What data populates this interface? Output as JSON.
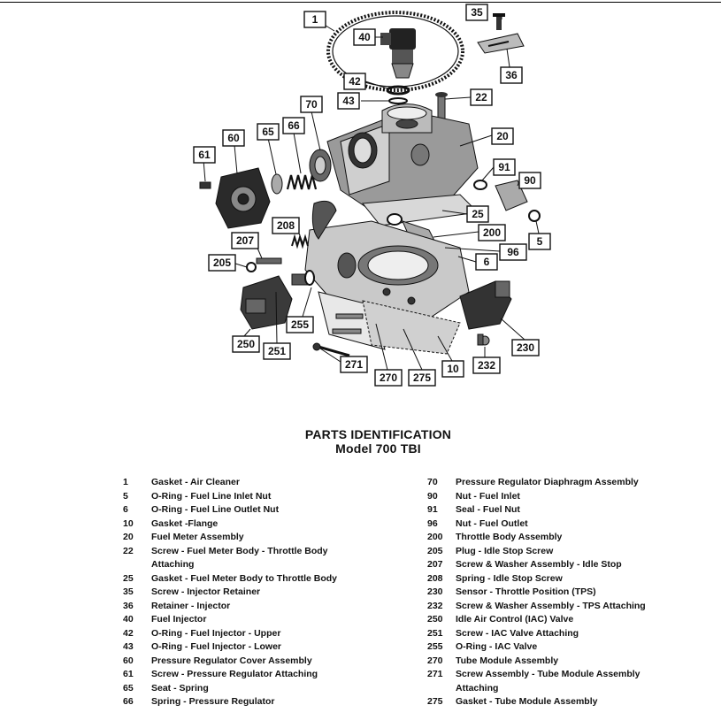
{
  "callouts": [
    "1",
    "35",
    "40",
    "36",
    "42",
    "43",
    "22",
    "70",
    "66",
    "65",
    "60",
    "20",
    "61",
    "91",
    "90",
    "25",
    "208",
    "207",
    "200",
    "5",
    "96",
    "205",
    "6",
    "255",
    "250",
    "251",
    "230",
    "232",
    "271",
    "270",
    "275",
    "10"
  ],
  "title": {
    "line1": "PARTS IDENTIFICATION",
    "line2": "Model 700 TBI"
  },
  "parts_left": [
    {
      "num": "1",
      "desc": "Gasket - Air Cleaner"
    },
    {
      "num": "5",
      "desc": "O-Ring - Fuel Line Inlet Nut"
    },
    {
      "num": "6",
      "desc": "O-Ring - Fuel Line Outlet Nut"
    },
    {
      "num": "10",
      "desc": "Gasket -Flange"
    },
    {
      "num": "20",
      "desc": "Fuel Meter Assembly"
    },
    {
      "num": "22",
      "desc": "Screw - Fuel Meter Body - Throttle Body"
    },
    {
      "num": "",
      "desc": "Attaching"
    },
    {
      "num": "25",
      "desc": "Gasket - Fuel Meter Body to Throttle Body"
    },
    {
      "num": "35",
      "desc": "Screw - Injector Retainer"
    },
    {
      "num": "36",
      "desc": "Retainer - Injector"
    },
    {
      "num": "40",
      "desc": "Fuel Injector"
    },
    {
      "num": "42",
      "desc": "O-Ring - Fuel Injector - Upper"
    },
    {
      "num": "43",
      "desc": "O-Ring - Fuel Injector - Lower"
    },
    {
      "num": "60",
      "desc": "Pressure Regulator Cover Assembly"
    },
    {
      "num": "61",
      "desc": "Screw - Pressure Regulator Attaching"
    },
    {
      "num": "65",
      "desc": "Seat - Spring"
    },
    {
      "num": "66",
      "desc": "Spring - Pressure Regulator"
    }
  ],
  "parts_right": [
    {
      "num": "70",
      "desc": "Pressure Regulator Diaphragm Assembly"
    },
    {
      "num": "90",
      "desc": "Nut - Fuel Inlet"
    },
    {
      "num": "91",
      "desc": "Seal - Fuel Nut"
    },
    {
      "num": "96",
      "desc": "Nut - Fuel Outlet"
    },
    {
      "num": "200",
      "desc": "Throttle Body Assembly"
    },
    {
      "num": "205",
      "desc": "Plug - Idle Stop Screw"
    },
    {
      "num": "207",
      "desc": "Screw & Washer Assembly - Idle Stop"
    },
    {
      "num": "208",
      "desc": "Spring - Idle Stop Screw"
    },
    {
      "num": "230",
      "desc": "Sensor - Throttle Position (TPS)"
    },
    {
      "num": "232",
      "desc": "Screw & Washer Assembly - TPS Attaching"
    },
    {
      "num": "250",
      "desc": "Idle Air Control (IAC) Valve"
    },
    {
      "num": "251",
      "desc": "Screw - IAC Valve Attaching"
    },
    {
      "num": "255",
      "desc": "O-Ring - IAC Valve"
    },
    {
      "num": "270",
      "desc": "Tube Module Assembly"
    },
    {
      "num": "271",
      "desc": "Screw Assembly - Tube Module  Assembly"
    },
    {
      "num": "",
      "desc": "Attaching"
    },
    {
      "num": "275",
      "desc": "Gasket - Tube Module Assembly"
    }
  ]
}
